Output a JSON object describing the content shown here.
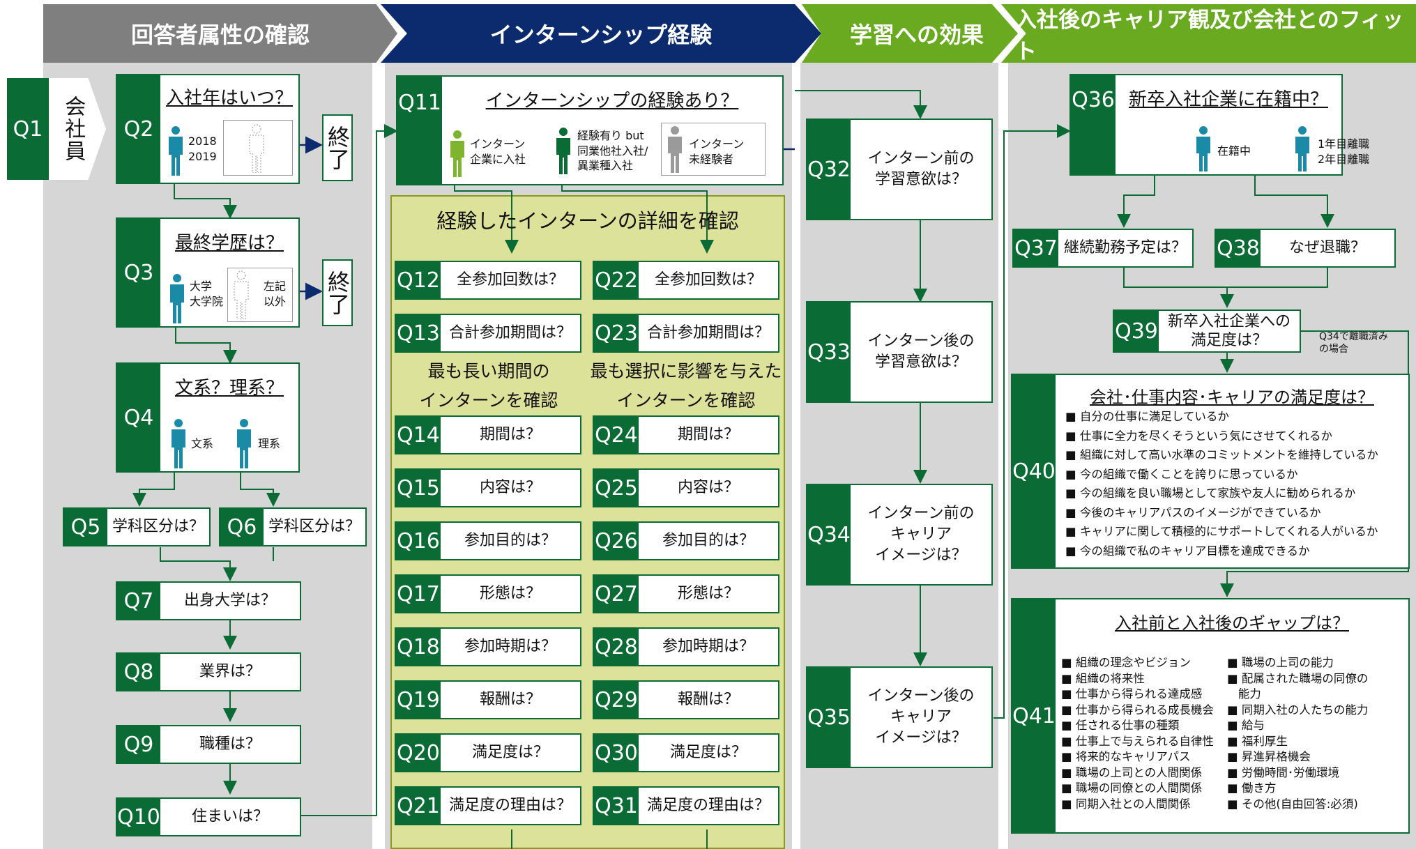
{
  "headers": [
    {
      "label": "回答者属性の確認",
      "color": "#7f7f7f"
    },
    {
      "label": "インターンシップ経験",
      "color": "#0c2a6e"
    },
    {
      "label": "学習への効果",
      "color": "#6aaa20"
    },
    {
      "label": "入社後のキャリア観及び会社とのフィット",
      "color": "#6aaa20"
    }
  ],
  "colors": {
    "dark_green": "#0a6b35",
    "person_teal": "#1a8aa6",
    "light_green": "#7fb52e",
    "olive_bg": "#dde29a",
    "gray_bg": "#d6d6d6"
  },
  "q1": {
    "num": "Q1",
    "label": "会社員"
  },
  "q2": {
    "num": "Q2",
    "title": "入社年はいつ？",
    "years": "2018\n2019"
  },
  "q3": {
    "num": "Q3",
    "title": "最終学歴は？",
    "edu": "大学\n大学院",
    "other": "左記\n以外"
  },
  "q4": {
    "num": "Q4",
    "title": "文系？理系？",
    "bunkei": "文系",
    "rikei": "理系"
  },
  "end_label": "終了",
  "col1_qs": [
    {
      "num": "Q5",
      "text": "学科区分は？"
    },
    {
      "num": "Q6",
      "text": "学科区分は？"
    },
    {
      "num": "Q7",
      "text": "出身大学は？"
    },
    {
      "num": "Q8",
      "text": "業界は？"
    },
    {
      "num": "Q9",
      "text": "職種は？"
    },
    {
      "num": "Q10",
      "text": "住まいは？"
    }
  ],
  "q11": {
    "num": "Q11",
    "title": "インターンシップの経験あり？",
    "opt1": "インターン\n企業に入社",
    "opt2": "経験有り but\n同業他社入社/\n異業種入社",
    "opt3": "インターン\n未経験者"
  },
  "detail": {
    "title": "経験したインターンの詳細を確認",
    "left_sub": "最も長い期間の\nインターンを確認",
    "right_sub": "最も選択に影響を与えた\nインターンを確認"
  },
  "left_qs": [
    {
      "num": "Q12",
      "text": "全参加回数は？"
    },
    {
      "num": "Q13",
      "text": "合計参加期間は？"
    },
    {
      "num": "Q14",
      "text": "期間は？"
    },
    {
      "num": "Q15",
      "text": "内容は？"
    },
    {
      "num": "Q16",
      "text": "参加目的は？"
    },
    {
      "num": "Q17",
      "text": "形態は？"
    },
    {
      "num": "Q18",
      "text": "参加時期は？"
    },
    {
      "num": "Q19",
      "text": "報酬は？"
    },
    {
      "num": "Q20",
      "text": "満足度は？"
    },
    {
      "num": "Q21",
      "text": "満足度の理由は？"
    }
  ],
  "right_qs": [
    {
      "num": "Q22",
      "text": "全参加回数は？"
    },
    {
      "num": "Q23",
      "text": "合計参加期間は？"
    },
    {
      "num": "Q24",
      "text": "期間は？"
    },
    {
      "num": "Q25",
      "text": "内容は？"
    },
    {
      "num": "Q26",
      "text": "参加目的は？"
    },
    {
      "num": "Q27",
      "text": "形態は？"
    },
    {
      "num": "Q28",
      "text": "参加時期は？"
    },
    {
      "num": "Q29",
      "text": "報酬は？"
    },
    {
      "num": "Q30",
      "text": "満足度は？"
    },
    {
      "num": "Q31",
      "text": "満足度の理由は？"
    }
  ],
  "col3_qs": [
    {
      "num": "Q32",
      "text": "インターン前の\n学習意欲は？"
    },
    {
      "num": "Q33",
      "text": "インターン後の\n学習意欲は？"
    },
    {
      "num": "Q34",
      "text": "インターン前の\nキャリア\nイメージは？"
    },
    {
      "num": "Q35",
      "text": "インターン後の\nキャリア\nイメージは？"
    }
  ],
  "q36": {
    "num": "Q36",
    "title": "新卒入社企業に在籍中？",
    "opt1": "在籍中",
    "opt2": "1年目離職\n2年目離職"
  },
  "q37": {
    "num": "Q37",
    "text": "継続勤務予定は？"
  },
  "q38": {
    "num": "Q38",
    "text": "なぜ退職？"
  },
  "q39": {
    "num": "Q39",
    "text": "新卒入社企業への\n満足度は？",
    "note": "Q34で離職済み\nの場合"
  },
  "q40": {
    "num": "Q40",
    "title": "会社･仕事内容･キャリアの満足度は？",
    "items": [
      "自分の仕事に満足しているか",
      "仕事に全力を尽くそうという気にさせてくれるか",
      "組織に対して高い水準のコミットメントを維持しているか",
      "今の組織で働くことを誇りに思っているか",
      "今の組織を良い職場として家族や友人に勧められるか",
      "今後のキャリアパスのイメージができているか",
      "キャリアに関して積極的にサポートしてくれる人がいるか",
      "今の組織で私のキャリア目標を達成できるか"
    ]
  },
  "q41": {
    "num": "Q41",
    "title": "入社前と入社後のギャップは？",
    "left_items": [
      "組織の理念やビジョン",
      "組織の将来性",
      "仕事から得られる達成感",
      "仕事から得られる成長機会",
      "任される仕事の種類",
      "仕事上で与えられる自律性",
      "将来的なキャリアパス",
      "職場の上司との人間関係",
      "職場の同僚との人間関係",
      "同期入社との人間関係"
    ],
    "right_items": [
      "職場の上司の能力",
      "配属された職場の同僚の\n能力",
      "同期入社の人たちの能力",
      "給与",
      "福利厚生",
      "昇進昇格機会",
      "労働時間･労働環境",
      "働き方",
      "その他(自由回答:必須)"
    ]
  }
}
